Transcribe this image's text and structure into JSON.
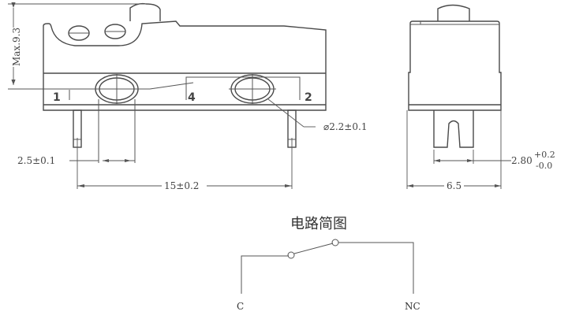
{
  "drawing": {
    "side_view": {
      "height_dim": "Max.9.3",
      "pin_labels": [
        "1",
        "4",
        "2"
      ],
      "pin_pitch_dim": "2.5±0.1",
      "overall_pitch_dim": "15±0.2",
      "hole_dim": "⌀2.2±0.1"
    },
    "end_view": {
      "terminal_width_dim_main": "2.80",
      "terminal_width_tol_plus": "+0.2",
      "terminal_width_tol_minus": "-0.0",
      "body_width_dim": "6.5"
    },
    "circuit": {
      "title": "电路简图",
      "terminal_left": "C",
      "terminal_right": "NC"
    },
    "colors": {
      "line": "#4a4a4a",
      "background": "#ffffff"
    }
  }
}
